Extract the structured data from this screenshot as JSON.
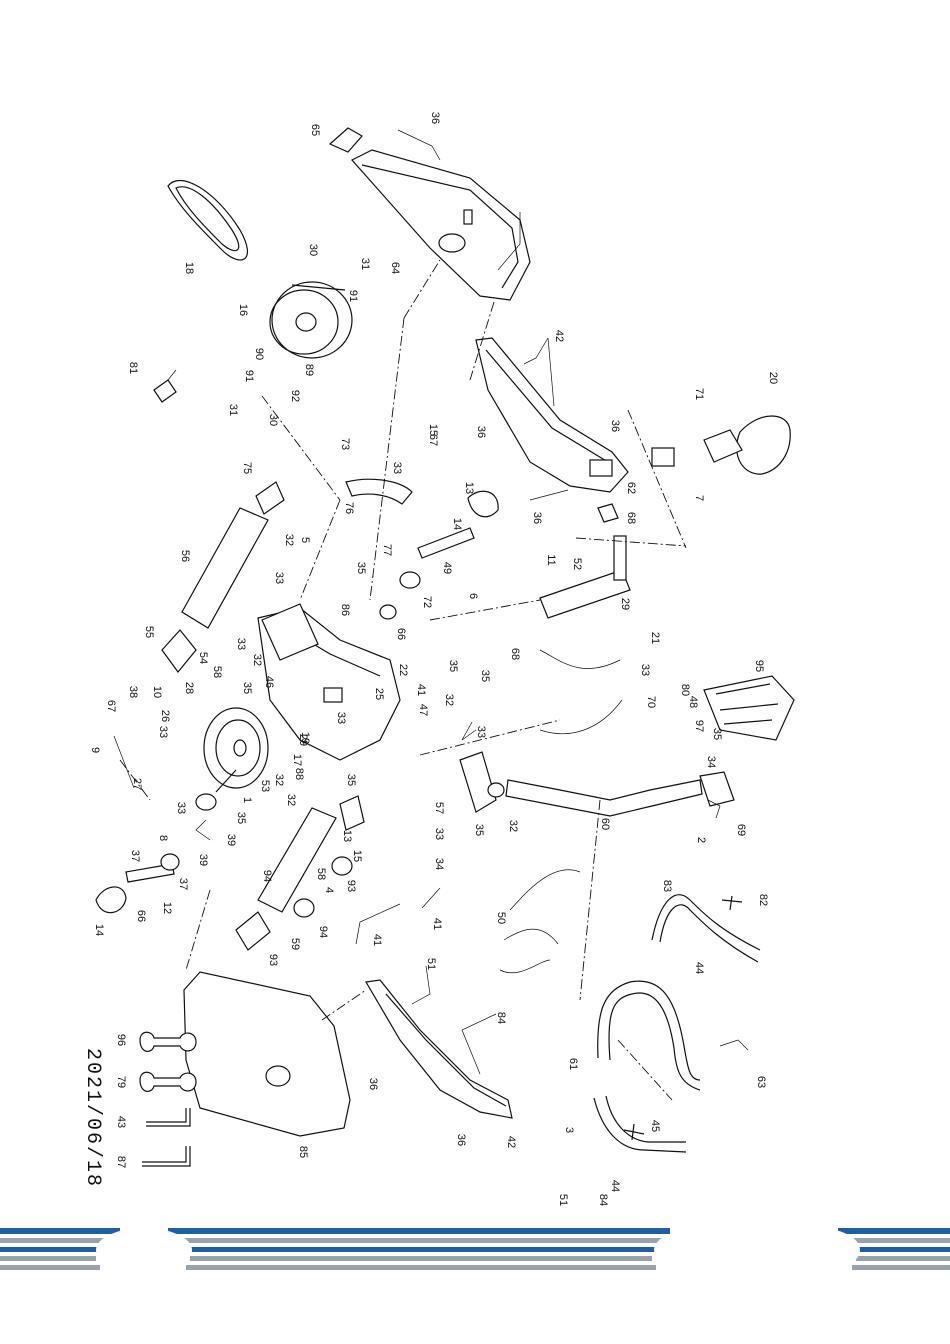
{
  "document": {
    "date": "2021/06/18",
    "part_labels": [
      "36",
      "65",
      "64",
      "18",
      "30",
      "31",
      "91",
      "16",
      "90",
      "89",
      "81",
      "91",
      "92",
      "31",
      "30",
      "42",
      "20",
      "71",
      "36",
      "36",
      "62",
      "7",
      "36",
      "68",
      "13",
      "14",
      "15",
      "67",
      "33",
      "73",
      "76",
      "77",
      "75",
      "56",
      "5",
      "32",
      "33",
      "35",
      "86",
      "49",
      "11",
      "52",
      "72",
      "66",
      "29",
      "21",
      "6",
      "68",
      "55",
      "54",
      "58",
      "33",
      "35",
      "32",
      "46",
      "28",
      "38",
      "26",
      "10",
      "67",
      "33",
      "9",
      "27",
      "22",
      "25",
      "41",
      "47",
      "35",
      "33",
      "32",
      "35",
      "33",
      "70",
      "95",
      "80",
      "48",
      "97",
      "35",
      "34",
      "19",
      "88",
      "32",
      "33",
      "35",
      "1",
      "53",
      "29",
      "17",
      "32",
      "33",
      "35",
      "39",
      "8",
      "39",
      "37",
      "37",
      "12",
      "66",
      "14",
      "13",
      "15",
      "93",
      "59",
      "94",
      "93",
      "94",
      "58",
      "4",
      "57",
      "33",
      "34",
      "35",
      "32",
      "60",
      "69",
      "2",
      "41",
      "41",
      "50",
      "83",
      "82",
      "44",
      "51",
      "84",
      "36",
      "36",
      "42",
      "85",
      "61",
      "63",
      "3",
      "45",
      "44",
      "51",
      "84"
    ],
    "tools": [
      {
        "number": "96",
        "kind": "wrench"
      },
      {
        "number": "79",
        "kind": "wrench"
      },
      {
        "number": "43",
        "kind": "hex-key"
      },
      {
        "number": "87",
        "kind": "hex-key"
      }
    ],
    "colors": {
      "ink": "#111111",
      "stripe_blue": "#1f5fa8",
      "stripe_grey": "#9aa3ad"
    }
  }
}
